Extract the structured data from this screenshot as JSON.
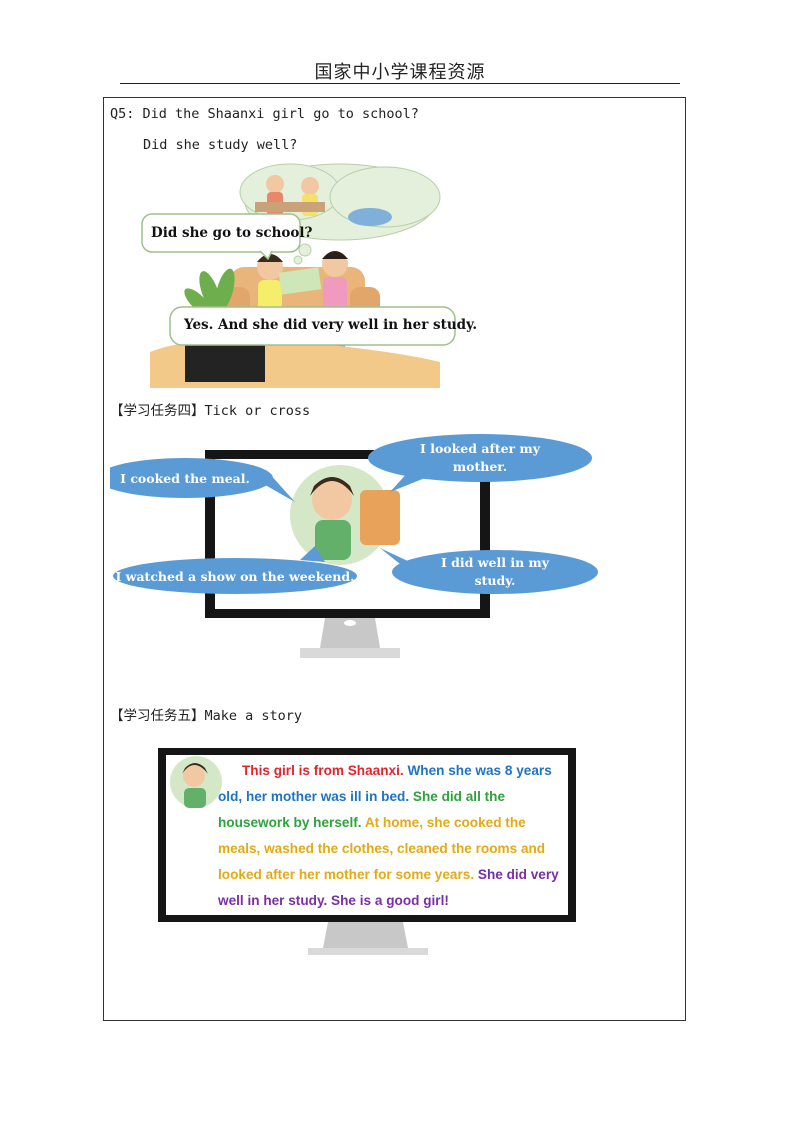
{
  "header": {
    "title": "国家中小学课程资源"
  },
  "q5": {
    "line1": "Q5: Did the Shaanxi girl go to school?",
    "line2": "Did she study well?",
    "bubble_question": "Did she go to school?",
    "bubble_answer": "Yes. And she did very well in her study."
  },
  "task4": {
    "bracket_open": "【",
    "name": "学习任务四",
    "bracket_close": "】",
    "instruction": "Tick or cross",
    "bubbles": [
      "I cooked the meal.",
      "I looked after my",
      "mother.",
      "I watched a show on the weekend.",
      "I did well in my",
      "study."
    ]
  },
  "task5": {
    "bracket_open": "【",
    "name": "学习任务五",
    "bracket_close": "】",
    "instruction": "Make a story",
    "story": [
      {
        "text": "This girl is from Shaanxi. ",
        "color": "#e3242b"
      },
      {
        "text": "When she was 8 years old, her mother was ill in bed. ",
        "color": "#1f73c7"
      },
      {
        "text": "She did all the housework by herself. ",
        "color": "#2ea33c"
      },
      {
        "text": " At home, she cooked the meals, washed the clothes, cleaned the rooms and looked after her mother for some years. ",
        "color": "#e4aa12"
      },
      {
        "text": "She did very well in her study. She is a good girl!",
        "color": "#7a2fa8"
      }
    ]
  }
}
